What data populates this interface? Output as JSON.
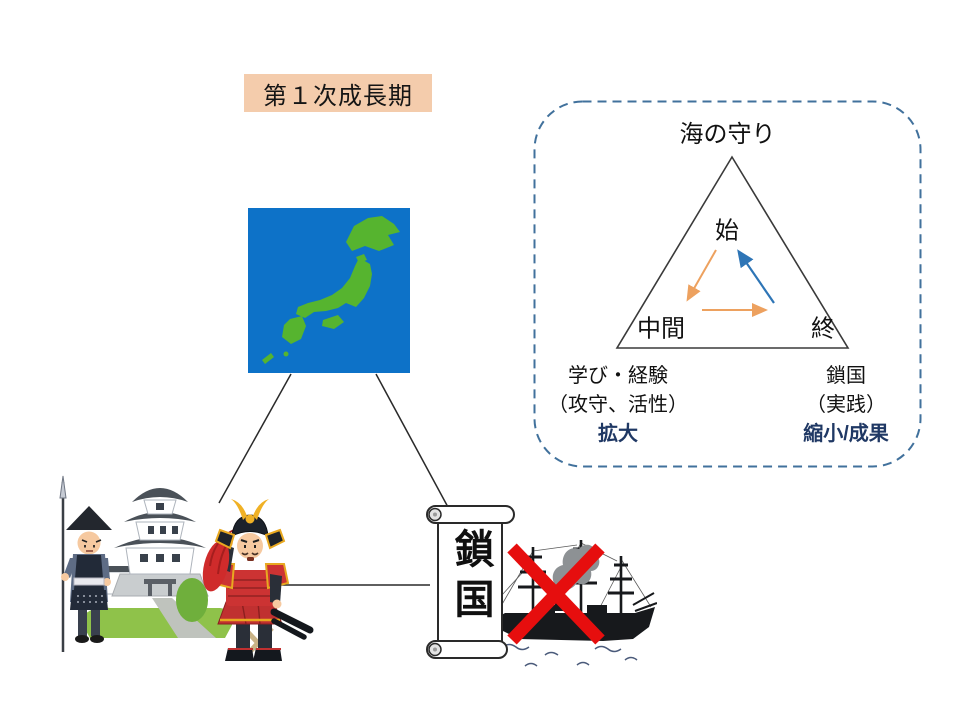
{
  "slide": {
    "background": "#ffffff",
    "title_box": {
      "label": "第１次成長期",
      "background": "#F4CCAC"
    }
  },
  "cycle_panel": {
    "border_color": "#41719C",
    "title": "海の守り",
    "triangle": {
      "start_label": "始",
      "middle_label": "中間",
      "end_label": "終",
      "forward_arrow_color": "#EDA15F",
      "return_arrow_color": "#2E75B6"
    },
    "left_note": {
      "line1": "学び・経験",
      "line2": "（攻守、活性）",
      "line3": "拡大"
    },
    "right_note": {
      "line1": "鎖国",
      "line2": "（実践）",
      "line3": "縮小/成果"
    },
    "accent_text_color": "#1F3864"
  },
  "scroll": {
    "label": "鎖国"
  },
  "colors": {
    "map_sea": "#0D72C8",
    "map_land": "#56B42F",
    "red_cross": "#E60E0E"
  },
  "icons": {
    "japan_map": "japan-map-icon",
    "castle": "castle-icon",
    "guard": "guard-icon",
    "samurai": "samurai-icon",
    "scroll": "scroll-icon",
    "black_ship": "black-ship-icon",
    "red_cross": "red-cross-icon"
  }
}
